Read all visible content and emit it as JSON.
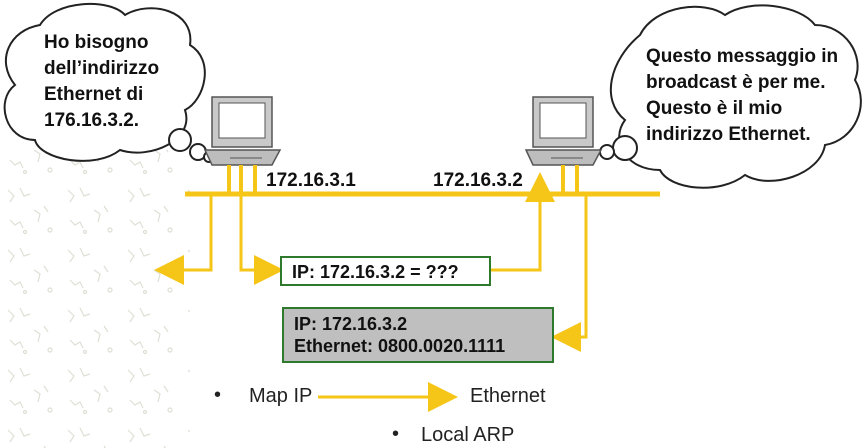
{
  "left_bubble": {
    "lines": [
      "Ho bisogno",
      "dell’indirizzo",
      "Ethernet di",
      "176.16.3.2."
    ]
  },
  "right_bubble": {
    "lines": [
      "Questo messaggio in",
      "broadcast è per me.",
      "Questo è il mio",
      "indirizzo Ethernet."
    ]
  },
  "host_left": {
    "ip_label": "172.16.3.1"
  },
  "host_right": {
    "ip_label": "172.16.3.2"
  },
  "request_box": {
    "text": "IP: 172.16.3.2 = ???"
  },
  "reply_box": {
    "line1": "IP: 172.16.3.2",
    "line2": "Ethernet: 0800.0020.1111"
  },
  "bullets": {
    "item1_left": "Map IP",
    "item1_right": "Ethernet",
    "item2": "Local ARP"
  },
  "colors": {
    "wire": "#f5c518",
    "box_border": "#2d7a2d",
    "reply_bg": "#bfbfbf",
    "request_bg": "#ffffff"
  }
}
